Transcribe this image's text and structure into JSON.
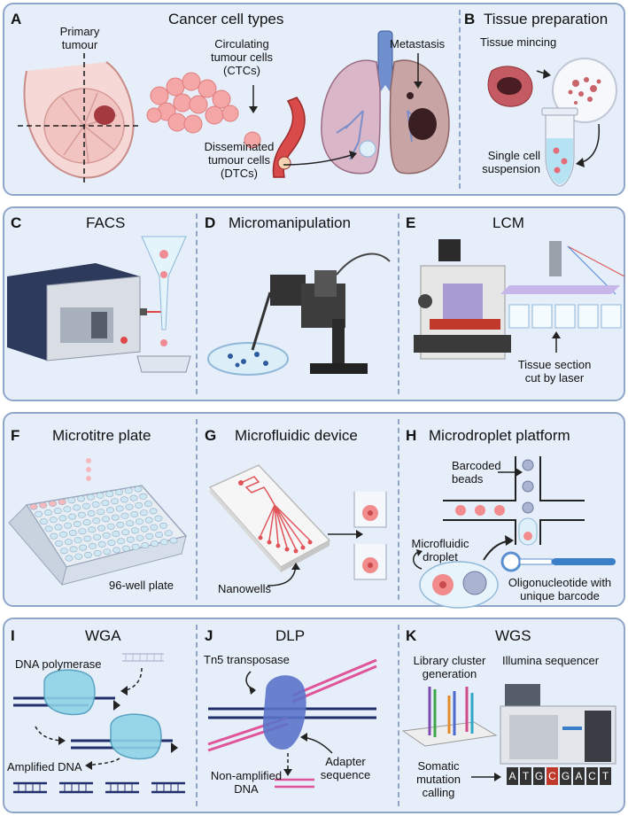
{
  "panel_a": {
    "letter": "A",
    "title": "Cancer cell types",
    "primary": [
      "Primary",
      "tumour"
    ],
    "ctc": [
      "Circulating",
      "tumour cells",
      "(CTCs)"
    ],
    "metastasis": "Metastasis",
    "dtc": [
      "Disseminated",
      "tumour cells",
      "(DTCs)"
    ]
  },
  "panel_b": {
    "letter": "B",
    "title": "Tissue preparation",
    "mincing": "Tissue mincing",
    "suspension": [
      "Single cell",
      "suspension"
    ]
  },
  "panel_c": {
    "letter": "C",
    "title": "FACS"
  },
  "panel_d": {
    "letter": "D",
    "title": "Micromanipulation"
  },
  "panel_e": {
    "letter": "E",
    "title": "LCM",
    "section": [
      "Tissue section",
      "cut by laser"
    ]
  },
  "panel_f": {
    "letter": "F",
    "title": "Microtitre plate",
    "plate": "96-well plate"
  },
  "panel_g": {
    "letter": "G",
    "title": "Microfluidic device",
    "nanowells": "Nanowells"
  },
  "panel_h": {
    "letter": "H",
    "title": "Microdroplet platform",
    "beads": [
      "Barcoded",
      "beads"
    ],
    "droplet": [
      "Microfluidic",
      "droplet"
    ],
    "oligo": [
      "Oligonucleotide with",
      "unique barcode"
    ]
  },
  "panel_i": {
    "letter": "I",
    "title": "WGA",
    "polymerase": "DNA polymerase",
    "amplified": "Amplified DNA"
  },
  "panel_j": {
    "letter": "J",
    "title": "DLP",
    "tn5": "Tn5 transposase",
    "adapter": [
      "Adapter",
      "sequence"
    ],
    "nonamp": [
      "Non-amplified",
      "DNA"
    ]
  },
  "panel_k": {
    "letter": "K",
    "title": "WGS",
    "cluster": [
      "Library cluster",
      "generation"
    ],
    "sequencer": "Illumina sequencer",
    "somatic": [
      "Somatic",
      "mutation",
      "calling"
    ],
    "bases": [
      "A",
      "T",
      "G",
      "C",
      "G",
      "A",
      "C",
      "T"
    ]
  },
  "colors": {
    "panel_bg": "#e6eef9",
    "border": "#8fa6c8",
    "tumour": "#f4a7a6",
    "dna_dark": "#1f2f6b",
    "dna_pink": "#e0559a",
    "enzyme": "#8fd3e8",
    "tn5": "#5a73c9"
  }
}
